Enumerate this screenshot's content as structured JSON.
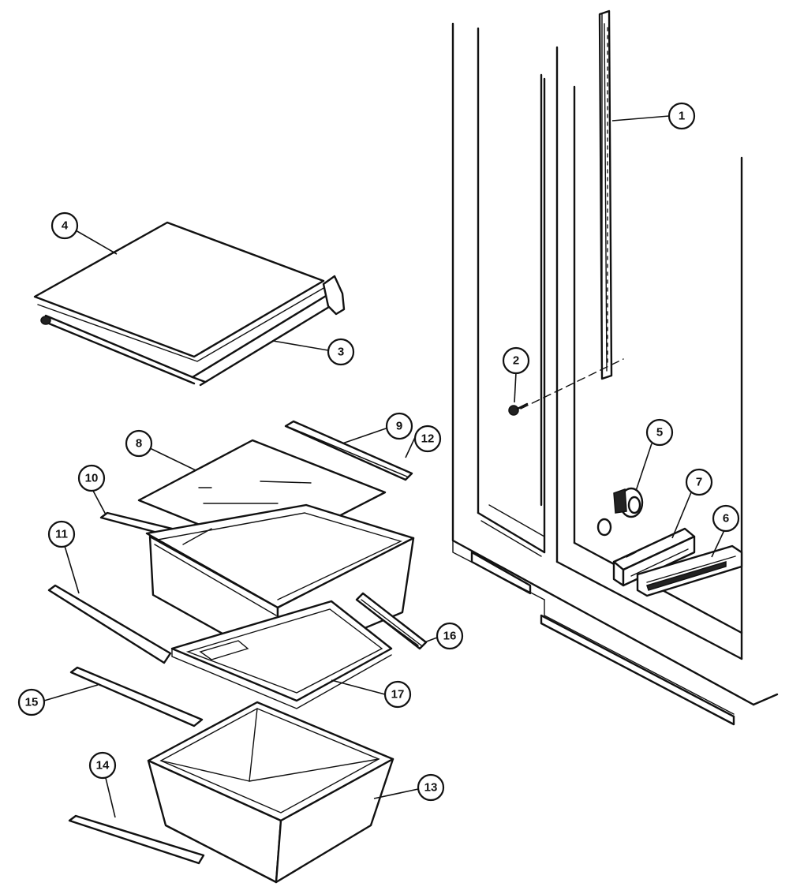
{
  "callouts": [
    {
      "id": "1",
      "label": "1",
      "part": "shelf-ladder"
    },
    {
      "id": "2",
      "label": "2",
      "part": "screw"
    },
    {
      "id": "3",
      "label": "3",
      "part": "shelf-frame"
    },
    {
      "id": "4",
      "label": "4",
      "part": "glass-shelf"
    },
    {
      "id": "5",
      "label": "5",
      "part": "light-socket"
    },
    {
      "id": "6",
      "label": "6",
      "part": "control-housing"
    },
    {
      "id": "7",
      "label": "7",
      "part": "control-panel"
    },
    {
      "id": "8",
      "label": "8",
      "part": "crisper-glass"
    },
    {
      "id": "9",
      "label": "9",
      "part": "trim-rear"
    },
    {
      "id": "10",
      "label": "10",
      "part": "trim-front-upper"
    },
    {
      "id": "11",
      "label": "11",
      "part": "trim-left"
    },
    {
      "id": "12",
      "label": "12",
      "part": "crisper-pan"
    },
    {
      "id": "13",
      "label": "13",
      "part": "lower-pan"
    },
    {
      "id": "14",
      "label": "14",
      "part": "trim-bottom"
    },
    {
      "id": "15",
      "label": "15",
      "part": "trim-lower"
    },
    {
      "id": "16",
      "label": "16",
      "part": "slide-rail"
    },
    {
      "id": "17",
      "label": "17",
      "part": "pan-cover"
    }
  ]
}
